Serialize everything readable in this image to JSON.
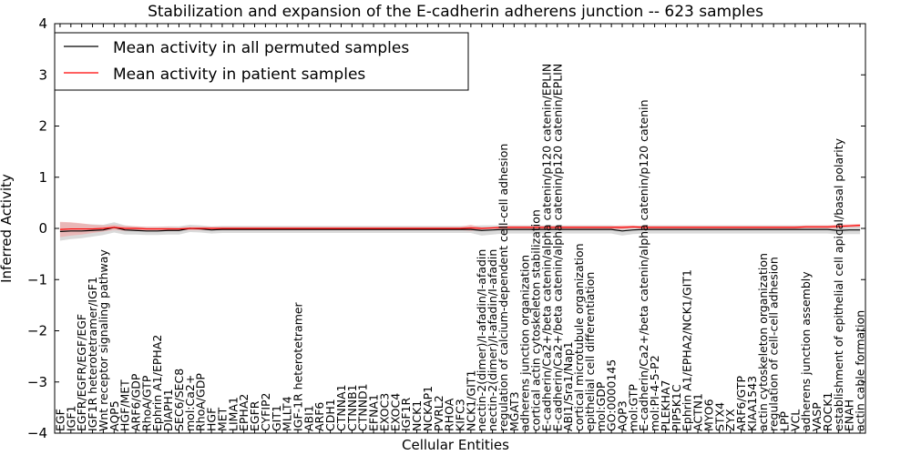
{
  "chart_data": {
    "type": "line",
    "title": "Stabilization and expansion of the E-cadherin adherens junction -- 623 samples",
    "xlabel": "Cellular Entities",
    "ylabel": "Inferred Activity",
    "ylim": [
      -4,
      4
    ],
    "yticks": [
      "−4",
      "−3",
      "−2",
      "−1",
      "0",
      "1",
      "2",
      "3",
      "4"
    ],
    "grid": false,
    "legend_position": "top-left",
    "categories": [
      "EGF",
      "IGF1",
      "EGFR/EGFR/EGF/EGF",
      "IGF1R heterotetramer/IGF1",
      "Wnt receptor signaling pathway",
      "AQP5",
      "HGF/MET",
      "ARF6/GDP",
      "RhoA/GTP",
      "Ephrin A1/EPHA2",
      "DIAPH1",
      "SEC6/SEC8",
      "mol:Ca2+",
      "RhoA/GDP",
      "HGF",
      "MET",
      "LIMA1",
      "EPHA2",
      "EGFR",
      "CYFIP2",
      "GIT1",
      "MLLT4",
      "IGF-1R heterotetramer",
      "ABI1",
      "ARF6",
      "CDH1",
      "CTNNA1",
      "CTNNB1",
      "CTNND1",
      "EFNA1",
      "EXOC3",
      "EXOC4",
      "IGF1R",
      "NCK1",
      "NCKAP1",
      "PVRL2",
      "RHOA",
      "KIFC3",
      "NCK1/GIT1",
      "nectin-2(dimer)/I-afadin/I-afadin",
      "nectin-2(dimer)/I-afadin/I-afadin",
      "regulation of calcium-dependent cell-cell adhesion",
      "MGAT3",
      "adherens junction organization",
      "cortical actin cytoskeleton stabilization",
      "E-cadherin/Ca2+/beta catenin/alpha catenin/p120 catenin/EPLIN",
      "E-cadherin/Ca2+/beta catenin/alpha catenin/p120 catenin/EPLIN",
      "ABI1/Sra1/Nap1",
      "cortical microtubule organization",
      "epithelial cell differentiation",
      "mol:GDP",
      "GO:0000145",
      "AQP3",
      "mol:GTP",
      "E-cadherin/Ca2+/beta catenin/alpha catenin/p120 catenin",
      "mol:PI-4-5-P2",
      "PLEKHA7",
      "PIP5K1C",
      "Ephrin A1/EPHA2/NCK1/GIT1",
      "ACTN1",
      "MYO6",
      "STX4",
      "ZYX",
      "ARF6/GTP",
      "KIAA1543",
      "actin cytoskeleton organization",
      "regulation of cell-cell adhesion",
      "LPP",
      "VCL",
      "adherens junction assembly",
      "VASP",
      "ROCK1",
      "establishment of epithelial cell apical/basal polarity",
      "ENAH",
      "actin cable formation"
    ],
    "series": [
      {
        "name": "Mean activity in all permuted samples",
        "color": "#000000",
        "band_color": "#bbbbbb",
        "values": [
          -0.06,
          -0.05,
          -0.05,
          -0.04,
          -0.03,
          0.02,
          -0.03,
          -0.04,
          -0.05,
          -0.05,
          -0.04,
          -0.04,
          0.0,
          -0.01,
          -0.03,
          -0.02,
          -0.02,
          -0.02,
          -0.02,
          -0.02,
          -0.02,
          -0.02,
          -0.02,
          -0.02,
          -0.02,
          -0.02,
          -0.02,
          -0.02,
          -0.02,
          -0.02,
          -0.02,
          -0.02,
          -0.02,
          -0.02,
          -0.02,
          -0.02,
          -0.02,
          -0.02,
          -0.02,
          -0.04,
          -0.03,
          -0.02,
          -0.02,
          -0.02,
          -0.02,
          -0.02,
          -0.02,
          -0.02,
          -0.02,
          -0.02,
          -0.02,
          -0.02,
          -0.05,
          -0.03,
          -0.02,
          -0.02,
          -0.02,
          -0.02,
          -0.02,
          -0.02,
          -0.02,
          -0.02,
          -0.02,
          -0.02,
          -0.02,
          -0.02,
          -0.02,
          -0.02,
          -0.02,
          -0.02,
          -0.02,
          -0.02,
          -0.04,
          -0.03,
          -0.03
        ],
        "band_halfwidth": [
          0.18,
          0.16,
          0.14,
          0.12,
          0.1,
          0.1,
          0.09,
          0.08,
          0.08,
          0.08,
          0.08,
          0.08,
          0.07,
          0.07,
          0.07,
          0.07,
          0.07,
          0.07,
          0.07,
          0.07,
          0.07,
          0.07,
          0.07,
          0.07,
          0.07,
          0.07,
          0.07,
          0.07,
          0.07,
          0.07,
          0.07,
          0.07,
          0.07,
          0.07,
          0.07,
          0.07,
          0.07,
          0.07,
          0.07,
          0.1,
          0.09,
          0.08,
          0.08,
          0.08,
          0.08,
          0.08,
          0.08,
          0.08,
          0.08,
          0.08,
          0.08,
          0.08,
          0.09,
          0.08,
          0.08,
          0.08,
          0.08,
          0.08,
          0.08,
          0.08,
          0.08,
          0.08,
          0.08,
          0.08,
          0.08,
          0.08,
          0.08,
          0.08,
          0.08,
          0.08,
          0.08,
          0.08,
          0.08,
          0.08,
          0.08
        ]
      },
      {
        "name": "Mean activity in patient samples",
        "color": "#ff0000",
        "band_color": "#f4a0a0",
        "values": [
          -0.02,
          -0.01,
          -0.01,
          -0.01,
          0.0,
          0.02,
          0.0,
          0.0,
          -0.01,
          -0.01,
          -0.01,
          -0.01,
          0.0,
          0.0,
          0.0,
          0.0,
          0.0,
          0.0,
          0.0,
          0.0,
          0.0,
          0.0,
          0.0,
          0.0,
          0.0,
          0.0,
          0.0,
          0.0,
          0.0,
          0.0,
          0.0,
          0.0,
          0.0,
          0.0,
          0.0,
          0.0,
          0.0,
          0.0,
          0.01,
          0.0,
          0.01,
          0.02,
          0.02,
          0.02,
          0.02,
          0.02,
          0.02,
          0.02,
          0.02,
          0.02,
          0.02,
          0.02,
          0.02,
          0.03,
          0.02,
          0.02,
          0.02,
          0.02,
          0.02,
          0.02,
          0.02,
          0.02,
          0.02,
          0.02,
          0.02,
          0.02,
          0.02,
          0.02,
          0.02,
          0.03,
          0.03,
          0.03,
          0.04,
          0.05,
          0.06
        ],
        "band_halfwidth": [
          0.15,
          0.13,
          0.11,
          0.08,
          0.06,
          0.05,
          0.05,
          0.04,
          0.04,
          0.04,
          0.04,
          0.03,
          0.03,
          0.03,
          0.03,
          0.03,
          0.03,
          0.03,
          0.03,
          0.03,
          0.03,
          0.03,
          0.03,
          0.03,
          0.03,
          0.03,
          0.03,
          0.03,
          0.03,
          0.03,
          0.03,
          0.03,
          0.03,
          0.03,
          0.03,
          0.03,
          0.03,
          0.03,
          0.06,
          0.02,
          0.02,
          0.03,
          0.03,
          0.03,
          0.03,
          0.03,
          0.03,
          0.03,
          0.03,
          0.03,
          0.03,
          0.03,
          0.04,
          0.03,
          0.03,
          0.03,
          0.03,
          0.03,
          0.03,
          0.03,
          0.03,
          0.03,
          0.03,
          0.03,
          0.03,
          0.03,
          0.03,
          0.03,
          0.03,
          0.03,
          0.03,
          0.03,
          0.04,
          0.03,
          0.03
        ]
      }
    ]
  }
}
